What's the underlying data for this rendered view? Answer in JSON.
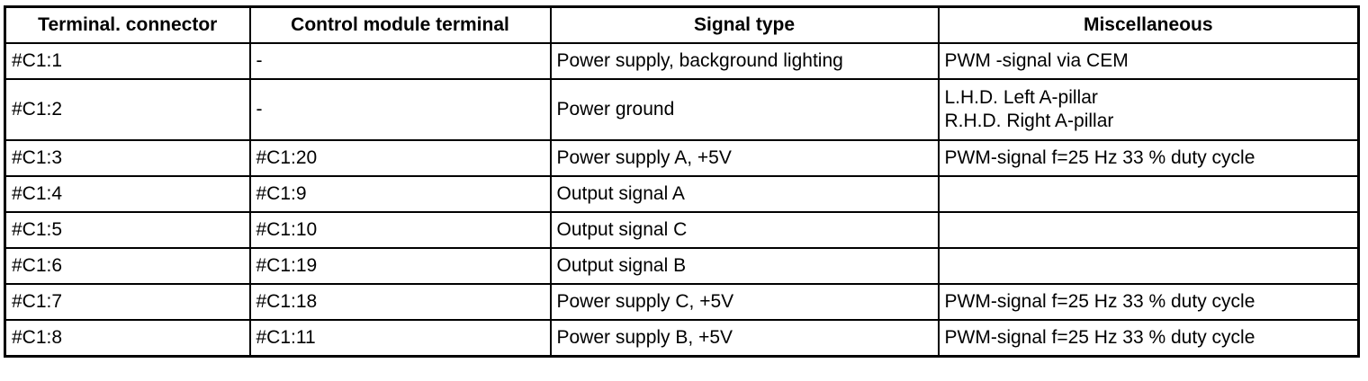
{
  "table": {
    "headers": [
      "Terminal. connector",
      "Control module terminal",
      "Signal type",
      "Miscellaneous"
    ],
    "rows": [
      [
        "#C1:1",
        "-",
        "Power supply, background lighting",
        [
          "PWM -signal via CEM"
        ]
      ],
      [
        "#C1:2",
        "-",
        "Power ground",
        [
          "L.H.D. Left A-pillar",
          "R.H.D. Right A-pillar"
        ]
      ],
      [
        "#C1:3",
        "#C1:20",
        "Power supply A, +5V",
        [
          "PWM-signal f=25 Hz 33 % duty cycle"
        ]
      ],
      [
        "#C1:4",
        "#C1:9",
        "Output signal A",
        []
      ],
      [
        "#C1:5",
        "#C1:10",
        "Output signal C",
        []
      ],
      [
        "#C1:6",
        "#C1:19",
        "Output signal B",
        []
      ],
      [
        "#C1:7",
        "#C1:18",
        "Power supply C, +5V",
        [
          "PWM-signal f=25 Hz 33 % duty cycle"
        ]
      ],
      [
        "#C1:8",
        "#C1:11",
        "Power supply B, +5V",
        [
          "PWM-signal f=25 Hz 33 % duty cycle"
        ]
      ]
    ]
  }
}
